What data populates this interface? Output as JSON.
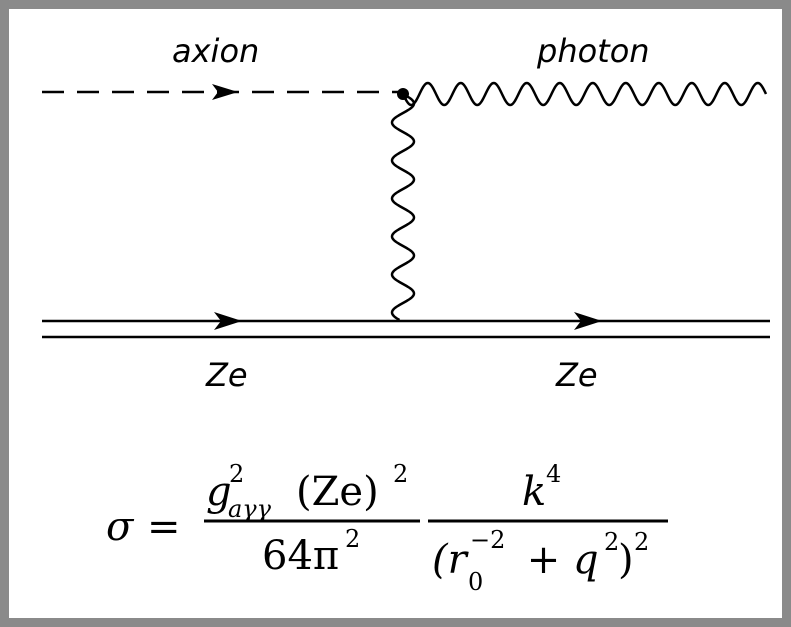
{
  "diagram": {
    "particles": {
      "axion": "axion",
      "photon": "photon",
      "nucleus_left": "Ze",
      "nucleus_right": "Ze"
    }
  },
  "formula": {
    "lhs": "σ",
    "equals": "=",
    "frac1": {
      "num_g": "g",
      "num_g_sup": "2",
      "num_g_sub": "aγγ",
      "num_rest": "(Ze)",
      "num_rest_sup": "2",
      "den": "64π",
      "den_sup": "2"
    },
    "frac2": {
      "num": "k",
      "num_sup": "4",
      "den_open": "(r",
      "den_r_sup": "−2",
      "den_r_sub": "0",
      "den_mid": " + q",
      "den_q_sup": "2",
      "den_close": ")",
      "den_close_sup": "2"
    }
  }
}
